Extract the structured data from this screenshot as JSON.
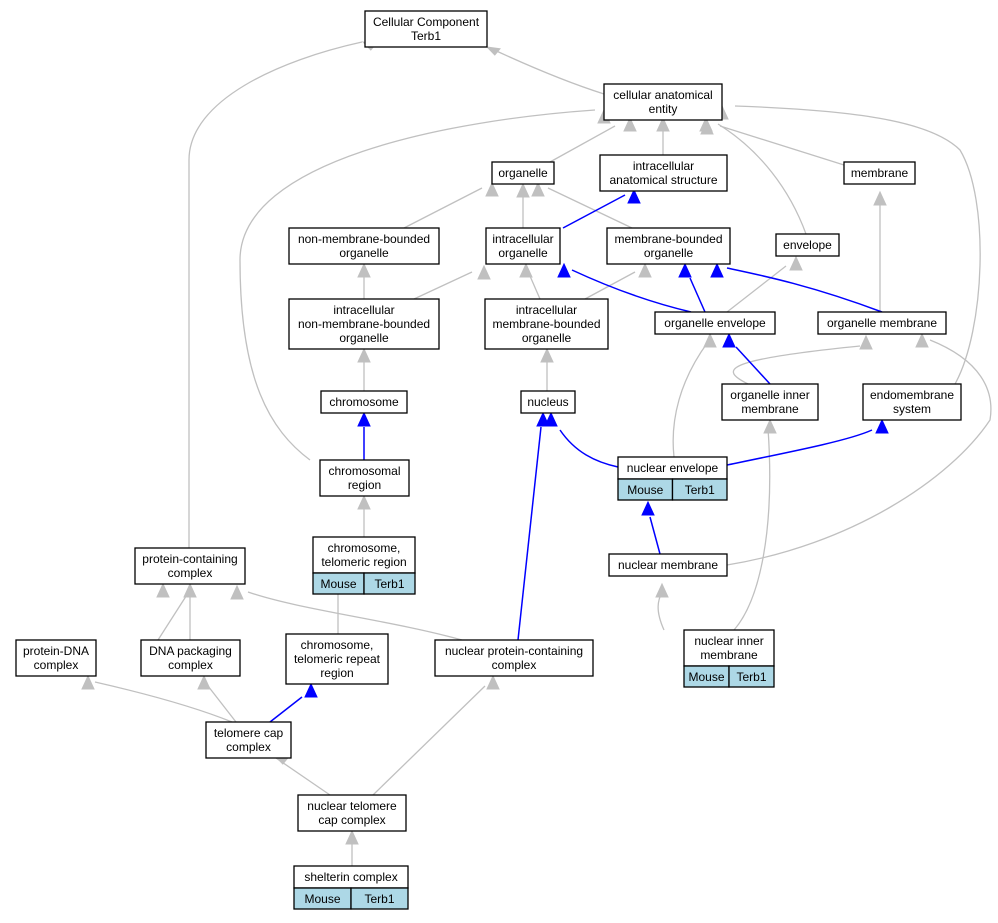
{
  "colors": {
    "is_a_edge": "#c0c0c0",
    "part_of_edge": "#0000ff",
    "annotation_fill": "#add8e6",
    "node_fill": "#ffffff",
    "node_border": "#000000"
  },
  "nodes": {
    "cc_root": {
      "lines": [
        "Cellular Component",
        "Terb1"
      ]
    },
    "cae": {
      "lines": [
        "cellular anatomical",
        "entity"
      ]
    },
    "organelle": {
      "lines": [
        "organelle"
      ]
    },
    "ias": {
      "lines": [
        "intracellular",
        "anatomical structure"
      ]
    },
    "membrane": {
      "lines": [
        "membrane"
      ]
    },
    "nmbo": {
      "lines": [
        "non-membrane-bounded",
        "organelle"
      ]
    },
    "io": {
      "lines": [
        "intracellular",
        "organelle"
      ]
    },
    "mbo": {
      "lines": [
        "membrane-bounded",
        "organelle"
      ]
    },
    "envelope": {
      "lines": [
        "envelope"
      ]
    },
    "inmbo": {
      "lines": [
        "intracellular",
        "non-membrane-bounded",
        "organelle"
      ]
    },
    "imbo": {
      "lines": [
        "intracellular",
        "membrane-bounded",
        "organelle"
      ]
    },
    "org_env": {
      "lines": [
        "organelle envelope"
      ]
    },
    "org_mem": {
      "lines": [
        "organelle membrane"
      ]
    },
    "chromosome": {
      "lines": [
        "chromosome"
      ]
    },
    "nucleus": {
      "lines": [
        "nucleus"
      ]
    },
    "oim": {
      "lines": [
        "organelle inner",
        "membrane"
      ]
    },
    "endo": {
      "lines": [
        "endomembrane",
        "system"
      ]
    },
    "chrom_region": {
      "lines": [
        "chromosomal",
        "region"
      ]
    },
    "nuc_env": {
      "lines": [
        "nuclear envelope"
      ],
      "annotation": [
        "Mouse",
        "Terb1"
      ]
    },
    "pcc": {
      "lines": [
        "protein-containing",
        "complex"
      ]
    },
    "ctr": {
      "lines": [
        "chromosome,",
        "telomeric region"
      ],
      "annotation": [
        "Mouse",
        "Terb1"
      ]
    },
    "nuc_mem": {
      "lines": [
        "nuclear membrane"
      ]
    },
    "pdna": {
      "lines": [
        "protein-DNA",
        "complex"
      ]
    },
    "dnapack": {
      "lines": [
        "DNA packaging",
        "complex"
      ]
    },
    "ctrr": {
      "lines": [
        "chromosome,",
        "telomeric repeat",
        "region"
      ]
    },
    "npcc": {
      "lines": [
        "nuclear protein-containing",
        "complex"
      ]
    },
    "nim": {
      "lines": [
        "nuclear inner",
        "membrane"
      ],
      "annotation": [
        "Mouse",
        "Terb1"
      ]
    },
    "tcc": {
      "lines": [
        "telomere cap",
        "complex"
      ]
    },
    "ntcc": {
      "lines": [
        "nuclear telomere",
        "cap complex"
      ]
    },
    "shelterin": {
      "lines": [
        "shelterin complex"
      ],
      "annotation": [
        "Mouse",
        "Terb1"
      ]
    }
  },
  "edges": [
    {
      "from": "cae",
      "to": "cc_root",
      "rel": "is_a"
    },
    {
      "from": "pcc",
      "to": "cc_root",
      "rel": "is_a"
    },
    {
      "from": "organelle",
      "to": "cae",
      "rel": "is_a"
    },
    {
      "from": "ias",
      "to": "cae",
      "rel": "is_a"
    },
    {
      "from": "membrane",
      "to": "cae",
      "rel": "is_a"
    },
    {
      "from": "envelope",
      "to": "cae",
      "rel": "is_a"
    },
    {
      "from": "chrom_region",
      "to": "cae",
      "rel": "is_a"
    },
    {
      "from": "endo",
      "to": "cae",
      "rel": "is_a"
    },
    {
      "from": "nmbo",
      "to": "organelle",
      "rel": "is_a"
    },
    {
      "from": "io",
      "to": "organelle",
      "rel": "is_a"
    },
    {
      "from": "mbo",
      "to": "organelle",
      "rel": "is_a"
    },
    {
      "from": "io",
      "to": "ias",
      "rel": "part_of"
    },
    {
      "from": "org_mem",
      "to": "membrane",
      "rel": "is_a"
    },
    {
      "from": "inmbo",
      "to": "nmbo",
      "rel": "is_a"
    },
    {
      "from": "inmbo",
      "to": "io",
      "rel": "is_a"
    },
    {
      "from": "imbo",
      "to": "io",
      "rel": "is_a"
    },
    {
      "from": "imbo",
      "to": "mbo",
      "rel": "is_a"
    },
    {
      "from": "org_env",
      "to": "io",
      "rel": "part_of"
    },
    {
      "from": "org_env",
      "to": "mbo",
      "rel": "part_of"
    },
    {
      "from": "org_mem",
      "to": "mbo",
      "rel": "part_of"
    },
    {
      "from": "org_env",
      "to": "envelope",
      "rel": "is_a"
    },
    {
      "from": "chromosome",
      "to": "inmbo",
      "rel": "is_a"
    },
    {
      "from": "nucleus",
      "to": "imbo",
      "rel": "is_a"
    },
    {
      "from": "oim",
      "to": "org_env",
      "rel": "part_of"
    },
    {
      "from": "oim",
      "to": "org_mem",
      "rel": "is_a"
    },
    {
      "from": "chrom_region",
      "to": "chromosome",
      "rel": "part_of"
    },
    {
      "from": "nuc_env",
      "to": "nucleus",
      "rel": "part_of"
    },
    {
      "from": "nuc_env",
      "to": "org_env",
      "rel": "is_a"
    },
    {
      "from": "nuc_env",
      "to": "endo",
      "rel": "part_of"
    },
    {
      "from": "ctr",
      "to": "chrom_region",
      "rel": "is_a"
    },
    {
      "from": "nuc_mem",
      "to": "nuc_env",
      "rel": "part_of"
    },
    {
      "from": "nuc_mem",
      "to": "org_mem",
      "rel": "is_a"
    },
    {
      "from": "pdna",
      "to": "pcc",
      "rel": "is_a"
    },
    {
      "from": "dnapack",
      "to": "pcc",
      "rel": "is_a"
    },
    {
      "from": "npcc",
      "to": "pcc",
      "rel": "is_a"
    },
    {
      "from": "ctrr",
      "to": "ctr",
      "rel": "is_a"
    },
    {
      "from": "npcc",
      "to": "nucleus",
      "rel": "part_of"
    },
    {
      "from": "nim",
      "to": "nuc_mem",
      "rel": "is_a"
    },
    {
      "from": "nim",
      "to": "oim",
      "rel": "is_a"
    },
    {
      "from": "tcc",
      "to": "pdna",
      "rel": "is_a"
    },
    {
      "from": "tcc",
      "to": "dnapack",
      "rel": "is_a"
    },
    {
      "from": "tcc",
      "to": "ctrr",
      "rel": "part_of"
    },
    {
      "from": "ntcc",
      "to": "tcc",
      "rel": "is_a"
    },
    {
      "from": "ntcc",
      "to": "npcc",
      "rel": "is_a"
    },
    {
      "from": "shelterin",
      "to": "ntcc",
      "rel": "is_a"
    }
  ]
}
